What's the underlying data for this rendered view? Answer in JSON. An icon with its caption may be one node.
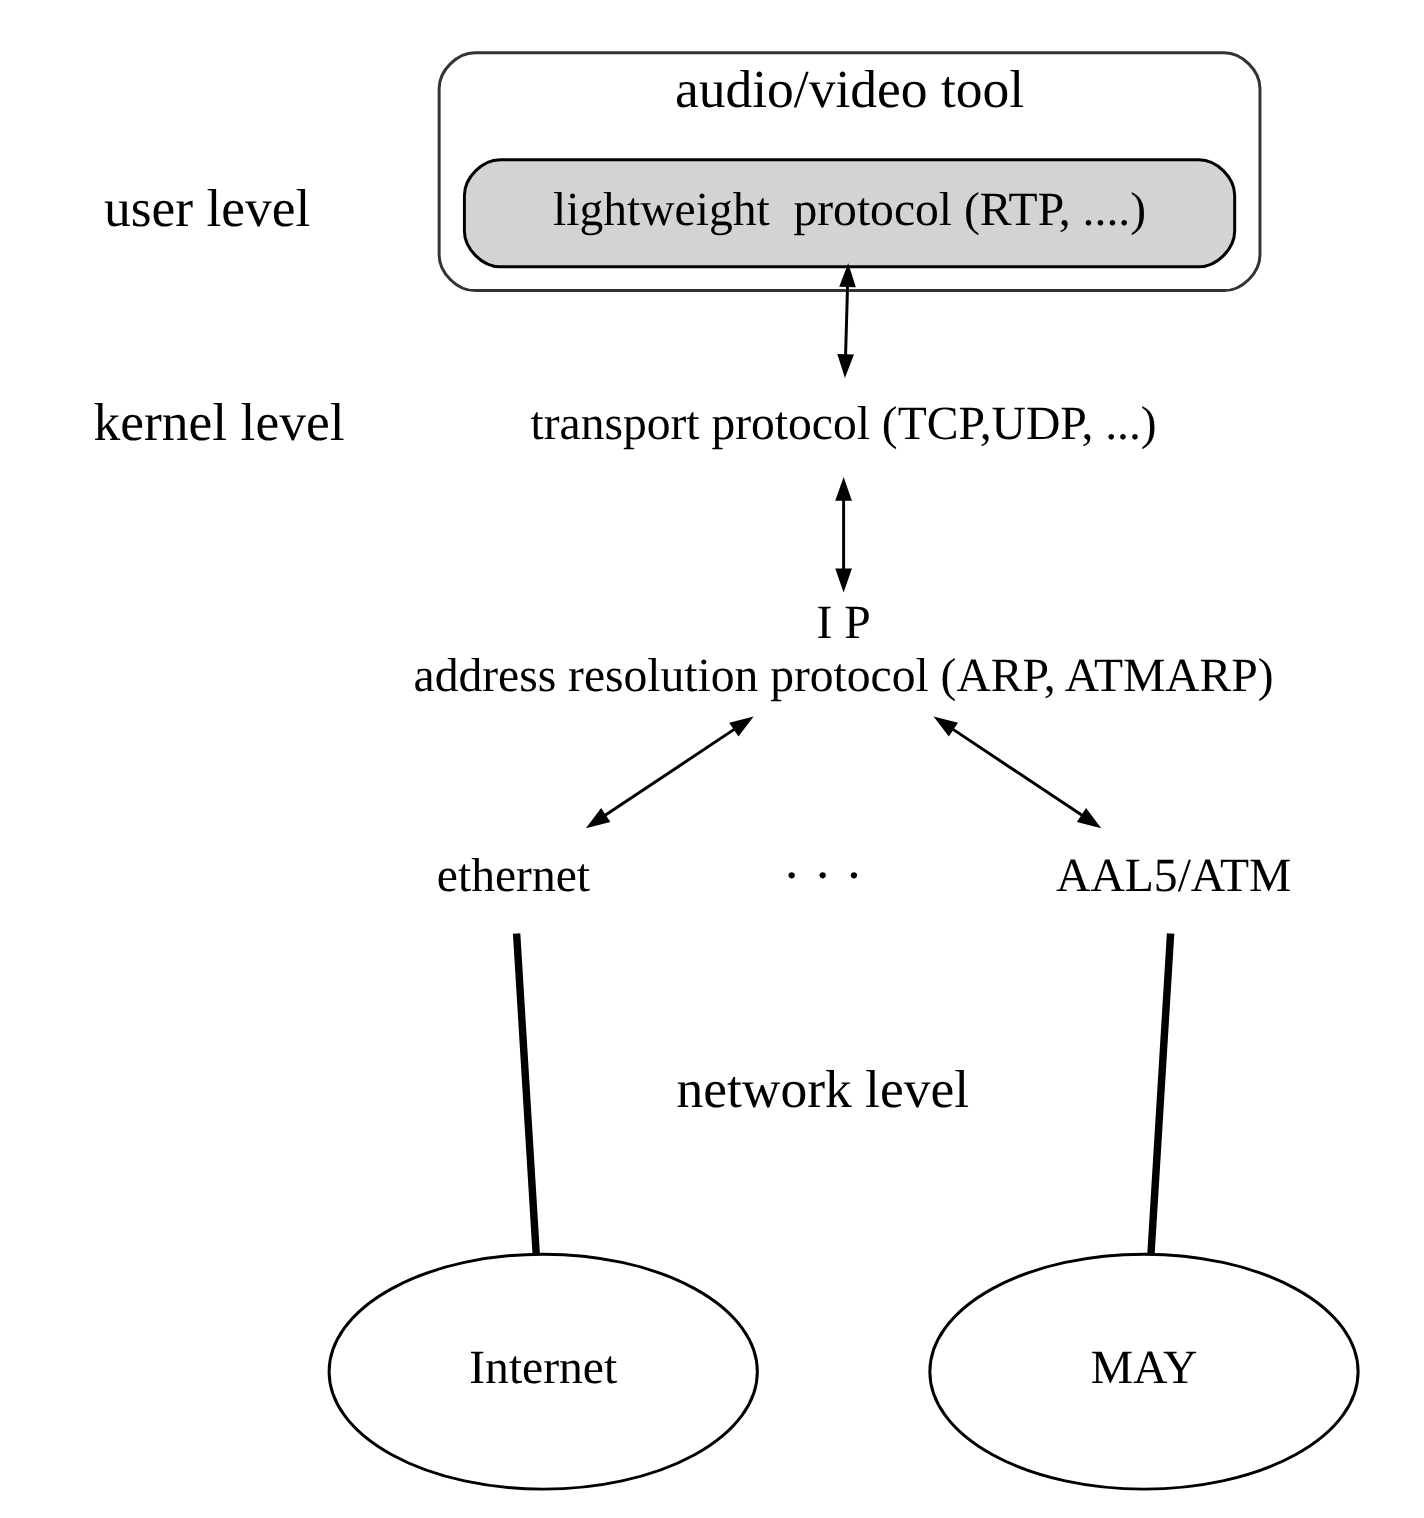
{
  "diagram": {
    "nodes": [
      {
        "text": [
          "audio/video tool"
        ]
      },
      {
        "text": [
          "lightweight  protocol (RTP, ....)"
        ],
        "in": 0
      },
      {
        "text": [
          "transport protocol (TCP,UDP, ...)"
        ]
      },
      {
        "text": [
          "I P",
          "address resolution protocol (ARP, ATMARP)"
        ]
      },
      {
        "text": [
          "ethernet"
        ]
      },
      {
        "text": [
          "AAL5/ATM"
        ]
      },
      {
        "text": [
          "Internet"
        ]
      },
      {
        "text": [
          "MAY"
        ]
      }
    ],
    "edges": [
      {
        "from": 1,
        "to": 2,
        "arrow": "both"
      },
      {
        "from": 2,
        "to": 3,
        "arrow": "both"
      },
      {
        "from": 3,
        "to": 4,
        "arrow": "both"
      },
      {
        "from": 3,
        "to": 5,
        "arrow": "both"
      },
      {
        "from": 4,
        "to": 6,
        "arrow": "none",
        "style": "thick"
      },
      {
        "from": 5,
        "to": 7,
        "arrow": "none",
        "style": "thick"
      }
    ],
    "labels": [
      "user level",
      "kernel level",
      "· · ·",
      "network level"
    ]
  }
}
